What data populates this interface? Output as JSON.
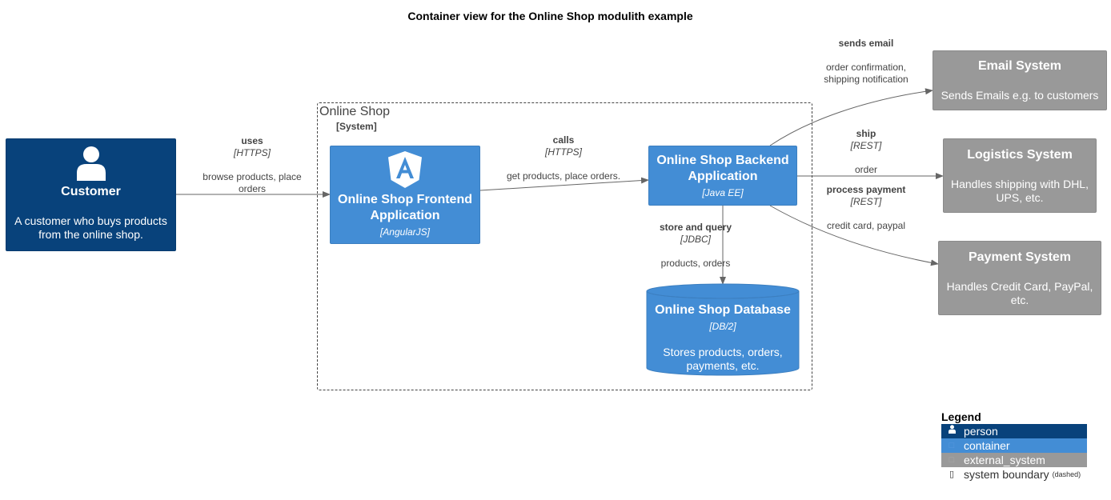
{
  "title": "Container view for the Online Shop modulith example",
  "colors": {
    "person": "#08427B",
    "container": "#438DD5",
    "external_system": "#999999",
    "edge": "#666666"
  },
  "customer": {
    "icon": "person-icon",
    "name": "Customer",
    "desc": "A customer who buys products from the online shop."
  },
  "boundary": {
    "name": "Online Shop",
    "type": "[System]"
  },
  "frontend": {
    "icon": "angular-icon",
    "name": "Online Shop Frontend Application",
    "tech": "[AngularJS]"
  },
  "backend": {
    "name": "Online Shop Backend Application",
    "tech": "[Java EE]"
  },
  "database": {
    "name": "Online Shop Database",
    "tech": "[DB/2]",
    "desc": "Stores products, orders, payments, etc."
  },
  "email": {
    "name": "Email System",
    "desc": "Sends Emails e.g. to customers"
  },
  "logistics": {
    "name": "Logistics System",
    "desc": "Handles shipping with DHL, UPS, etc."
  },
  "payment": {
    "name": "Payment System",
    "desc": "Handles Credit Card, PayPal, etc."
  },
  "edges": {
    "uses": {
      "label": "uses",
      "tech": "[HTTPS]",
      "desc": "browse products, place orders"
    },
    "calls": {
      "label": "calls",
      "tech": "[HTTPS]",
      "desc": "get products, place orders."
    },
    "email": {
      "label": "sends email",
      "desc": "order confirmation, shipping notification"
    },
    "ship": {
      "label": "ship",
      "tech": "[REST]",
      "desc": "order"
    },
    "payment": {
      "label": "process payment",
      "tech": "[REST]",
      "desc": "credit card, paypal"
    },
    "store": {
      "label": "store and query",
      "tech": "[JDBC]",
      "desc": "products, orders"
    }
  },
  "legend": {
    "title": "Legend",
    "person": "person",
    "container": "container",
    "external_system": "external_system",
    "boundary": "system boundary",
    "boundary_note": "(dashed)"
  }
}
